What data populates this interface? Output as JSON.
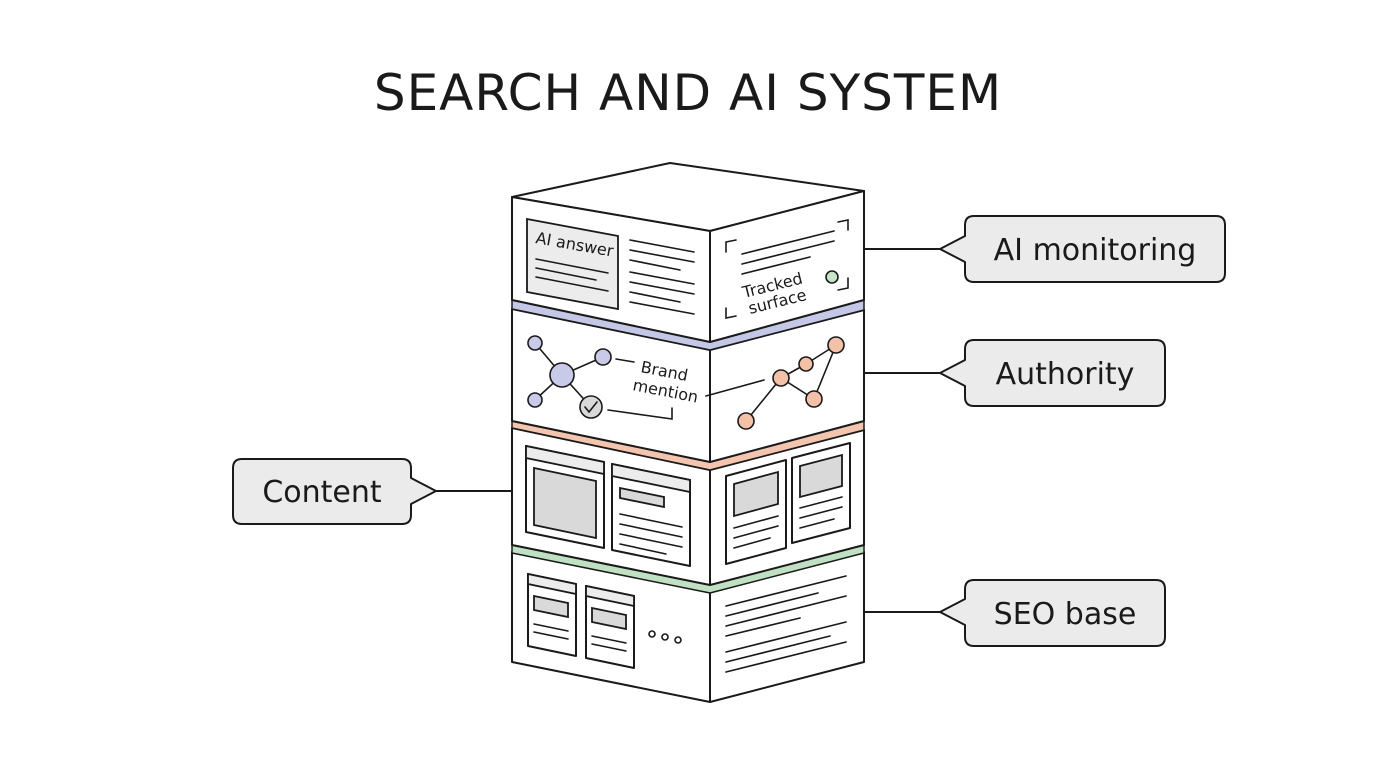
{
  "title": "SEARCH AND AI SYSTEM",
  "layers": [
    {
      "id": "ai-monitoring",
      "callout": "AI monitoring",
      "panel_left_label": "AI answer",
      "panel_right_label_line1": "Tracked",
      "panel_right_label_line2": "surface"
    },
    {
      "id": "authority",
      "callout": "Authority",
      "panel_label_line1": "Brand",
      "panel_label_line2": "mention"
    },
    {
      "id": "content",
      "callout": "Content"
    },
    {
      "id": "seo-base",
      "callout": "SEO base"
    }
  ],
  "colors": {
    "band_ai": "#c5c7e6",
    "band_authority": "#f3c4ae",
    "band_content": "#bfe0c3",
    "node_blue": "#c8cae8",
    "node_orange": "#f3c0a8",
    "node_green": "#c7e6c9"
  }
}
